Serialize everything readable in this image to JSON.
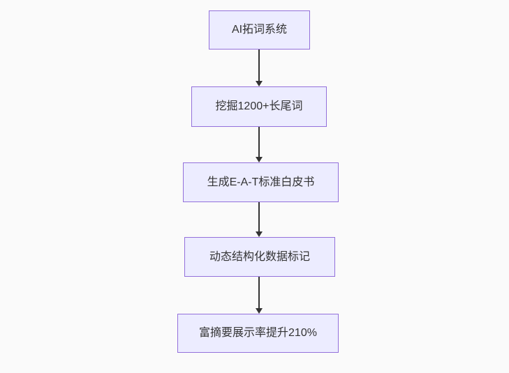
{
  "page": {
    "background": "#fafafa"
  },
  "theme": {
    "node_fill": "#ECECFF",
    "node_border": "#9370DB",
    "node_text": "#333333",
    "arrow_color": "#333333",
    "page_bg": "#fafafa"
  },
  "flowchart": {
    "type": "flowchart",
    "direction": "top-down",
    "nodes": [
      {
        "label": "AI拓词系统"
      },
      {
        "label": "挖掘1200+长尾词"
      },
      {
        "label": "生成E-A-T标准白皮书"
      },
      {
        "label": "动态结构化数据标记"
      },
      {
        "label": "富摘要展示率提升210%"
      }
    ],
    "edges": [
      {
        "from": 0,
        "to": 1,
        "style": "arrow-down"
      },
      {
        "from": 1,
        "to": 2,
        "style": "arrow-down"
      },
      {
        "from": 2,
        "to": 3,
        "style": "arrow-down"
      },
      {
        "from": 3,
        "to": 4,
        "style": "arrow-down"
      }
    ]
  }
}
